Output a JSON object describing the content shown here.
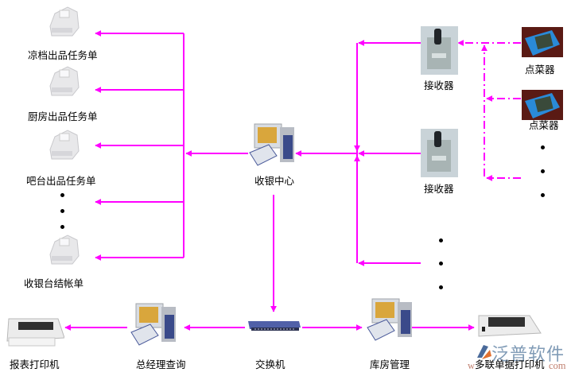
{
  "diagram": {
    "line_color": "#ff00ff",
    "nodes": {
      "printer_cold": {
        "label": "凉档出品任务单",
        "icon": "receipt-printer-icon"
      },
      "printer_kitchen": {
        "label": "厨房出品任务单",
        "icon": "receipt-printer-icon"
      },
      "printer_bar": {
        "label": "吧台出品任务单",
        "icon": "receipt-printer-icon"
      },
      "printer_checkout": {
        "label": "收银台结帐单",
        "icon": "receipt-printer-icon"
      },
      "cashier_center": {
        "label": "收银中心",
        "icon": "desktop-computer-icon"
      },
      "receiver_1": {
        "label": "接收器",
        "icon": "wireless-receiver-icon"
      },
      "receiver_2": {
        "label": "接收器",
        "icon": "wireless-receiver-icon"
      },
      "handheld_1": {
        "label": "点菜器",
        "icon": "handheld-ordering-device-icon"
      },
      "handheld_2": {
        "label": "点菜器",
        "icon": "handheld-ordering-device-icon"
      },
      "switch": {
        "label": "交换机",
        "icon": "network-switch-icon"
      },
      "manager_query": {
        "label": "总经理查询",
        "icon": "desktop-computer-icon"
      },
      "report_printer": {
        "label": "报表打印机",
        "icon": "dot-matrix-printer-icon"
      },
      "warehouse": {
        "label": "库房管理",
        "icon": "desktop-computer-icon"
      },
      "multi_printer": {
        "label": "多联单据打印机",
        "icon": "dot-matrix-printer-icon"
      }
    },
    "edges": [
      {
        "from": "cashier_center",
        "to": "printer_cold",
        "style": "solid"
      },
      {
        "from": "cashier_center",
        "to": "printer_kitchen",
        "style": "solid"
      },
      {
        "from": "cashier_center",
        "to": "printer_bar",
        "style": "solid"
      },
      {
        "from": "cashier_center",
        "to": "printer_ellipsis",
        "style": "solid"
      },
      {
        "from": "cashier_center",
        "to": "printer_checkout",
        "style": "solid"
      },
      {
        "from": "receiver_1",
        "to": "cashier_center",
        "style": "solid"
      },
      {
        "from": "receiver_2",
        "to": "cashier_center",
        "style": "solid"
      },
      {
        "from": "receiver_ellipsis",
        "to": "cashier_center",
        "style": "solid"
      },
      {
        "from": "handheld_1",
        "to": "receiver_1",
        "style": "dash-dot"
      },
      {
        "from": "handheld_2",
        "to": "receiver_1",
        "style": "dash-dot"
      },
      {
        "from": "handheld_ellipsis",
        "to": "receiver_1",
        "style": "dash-dot"
      },
      {
        "from": "cashier_center",
        "to": "switch",
        "style": "solid"
      },
      {
        "from": "switch",
        "to": "manager_query",
        "style": "solid"
      },
      {
        "from": "manager_query",
        "to": "report_printer",
        "style": "solid"
      },
      {
        "from": "switch",
        "to": "warehouse",
        "style": "solid"
      },
      {
        "from": "warehouse",
        "to": "multi_printer",
        "style": "solid"
      }
    ]
  },
  "watermark": {
    "brand_text": "泛普软件",
    "url_fragment_left": "w",
    "url_fragment_right": "com"
  }
}
